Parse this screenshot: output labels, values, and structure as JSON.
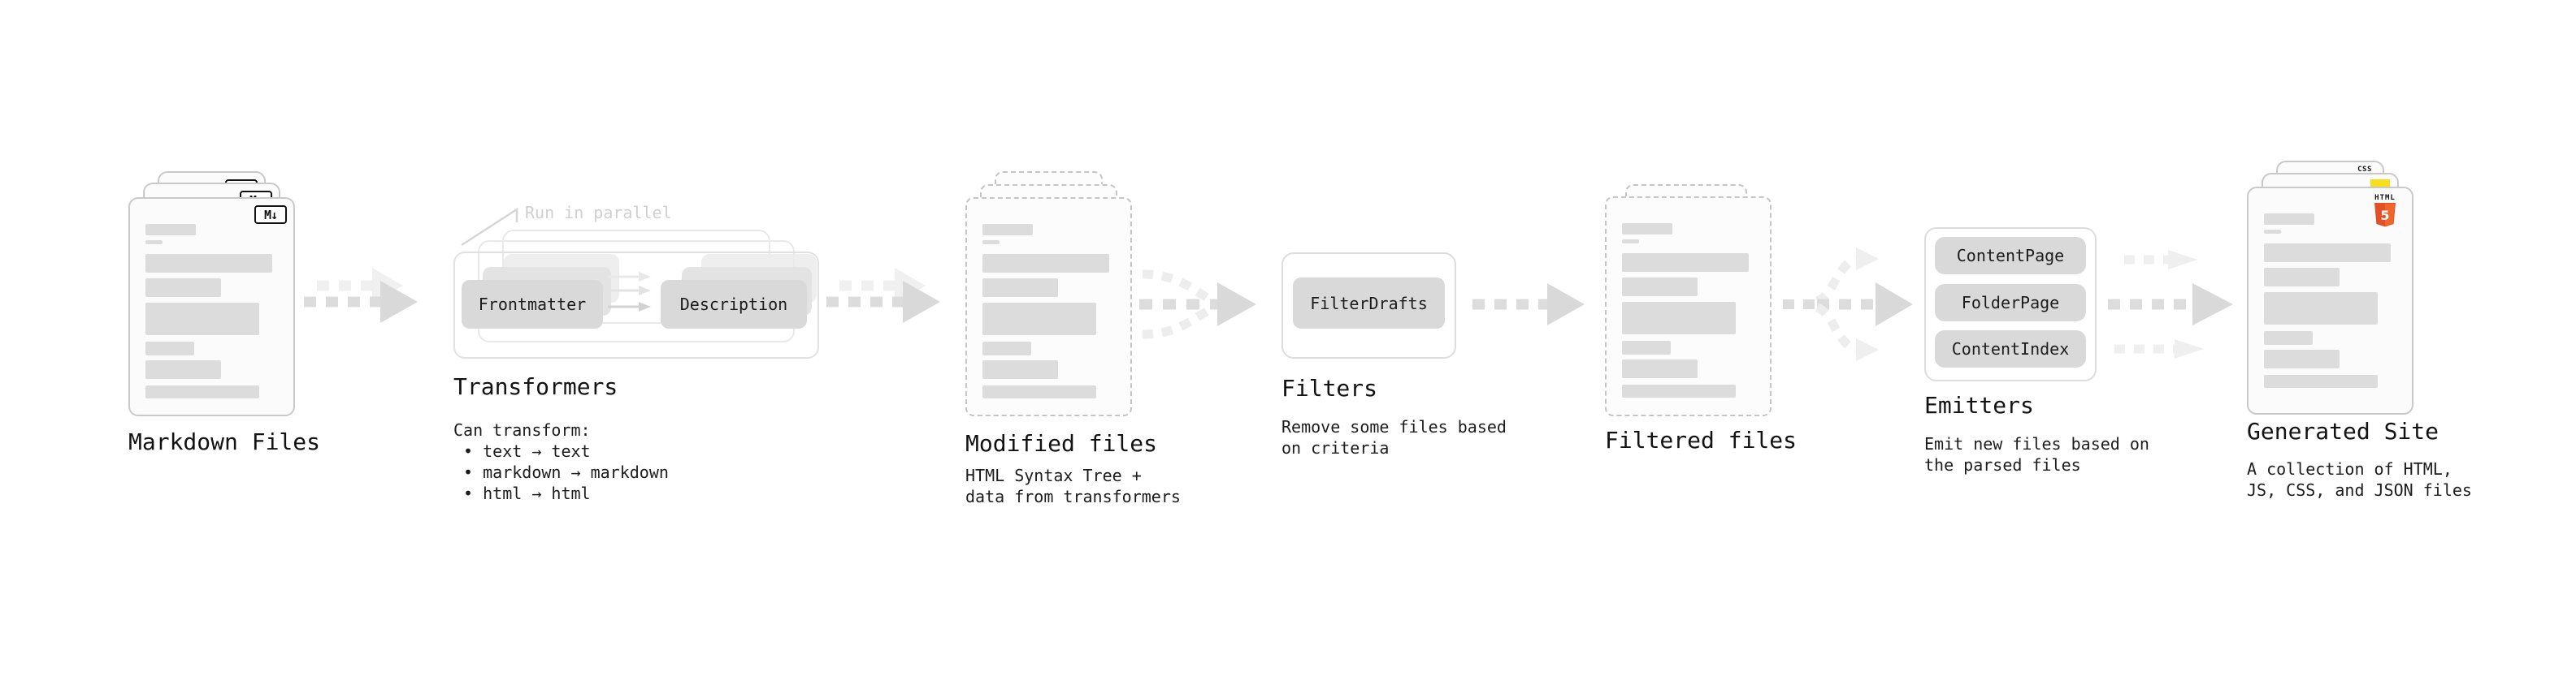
{
  "stages": {
    "markdown_files": {
      "label": "Markdown Files",
      "badge": "M↓"
    },
    "transformers": {
      "label": "Transformers",
      "parallel_note": "Run in parallel",
      "pills": {
        "left": "Frontmatter",
        "right": "Description"
      },
      "description": "Can transform:\n • text → text\n • markdown → markdown\n • html → html"
    },
    "modified_files": {
      "label": "Modified files",
      "description": "HTML Syntax Tree +\ndata from transformers"
    },
    "filters": {
      "label": "Filters",
      "pill": "FilterDrafts",
      "description": "Remove some files based\non criteria"
    },
    "filtered_files": {
      "label": "Filtered files"
    },
    "emitters": {
      "label": "Emitters",
      "pills": [
        "ContentPage",
        "FolderPage",
        "ContentIndex"
      ],
      "description": "Emit new files based on\nthe parsed files"
    },
    "generated_site": {
      "label": "Generated Site",
      "description": "A collection of HTML,\nJS, CSS, and JSON files",
      "badges": {
        "css_label": "CSS",
        "html_label": "HTML",
        "html5_number": "5"
      }
    }
  },
  "colors": {
    "html5_orange": "#e34f26",
    "js_yellow": "#f7df1e",
    "css_blue": "#2965f1",
    "card_border": "#c9c9c9",
    "bar_gray": "#dcdcdc",
    "pill_gray": "#d9d9d9",
    "arrow_gray": "#d9d9d9"
  }
}
